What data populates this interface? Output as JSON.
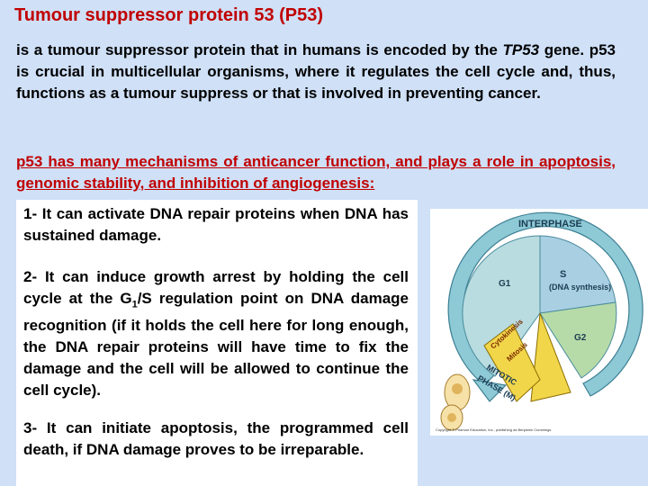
{
  "title": "Tumour suppressor protein 53 (P53)",
  "intro": {
    "part1": "is  a tumour  suppressor protein  that  in  humans  is  encoded  by the ",
    "gene": "TP53",
    "part2": "  gene.  p53  is  crucial  in multicellular  organisms,  where  it regulates  the cell  cycle and,  thus,  functions  as  a tumour  suppress or that is involved in preventing cancer."
  },
  "red_note": "p53 has many mechanisms of anticancer function, and plays a role in apoptosis, genomic stability, and inhibition of angiogenesis:",
  "points": {
    "p1": "1-  It  can  activate DNA  repair proteins  when DNA has sustained damage.",
    "p2_before": "2-  It  can  induce  growth  arrest  by  holding the cell cycle at the G",
    "p2_sub": "1",
    "p2_after": "/S regulation point on DNA damage recognition (if it holds the cell here for long enough, the DNA repair proteins will have time to fix the damage and the cell will be allowed to continue the cell cycle).",
    "p3": "3-  It  can  initiate apoptosis,  the  programmed cell  death,  if  DNA  damage  proves  to  be irreparable."
  },
  "figure": {
    "interphase": "INTERPHASE",
    "g1": "G1",
    "s": "S",
    "s_sub": "(DNA synthesis)",
    "g2": "G2",
    "cytokinesis": "Cytokinesis",
    "mitosis": "Mitosis",
    "mitotic": "MITOTIC",
    "phase": "PHASE (M)",
    "copyright": "Copyright © Pearson Education, Inc., publishing as Benjamin Cummings",
    "colors": {
      "g1": "#b8dce0",
      "s": "#a9cfe3",
      "g2": "#b6dba8",
      "arrow": "#8ec9d6",
      "mitotic": "#f2d64a"
    }
  }
}
